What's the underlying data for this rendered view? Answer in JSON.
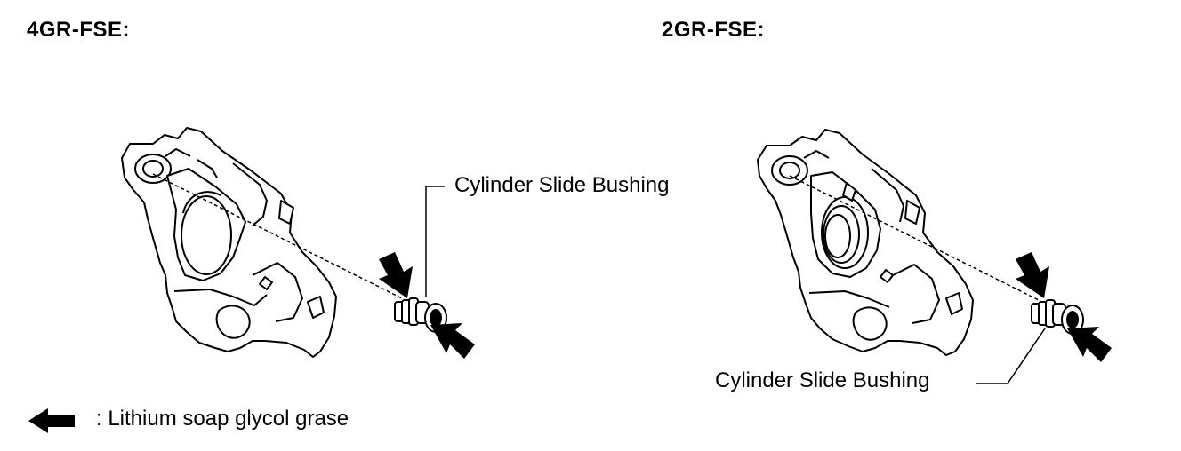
{
  "panels": [
    {
      "title": "4GR-FSE:",
      "part_label": "Cylinder Slide Bushing"
    },
    {
      "title": "2GR-FSE:",
      "part_label": "Cylinder Slide Bushing"
    }
  ],
  "legend": {
    "text": ": Lithium soap glycol grase",
    "icon": "arrow-left-icon"
  },
  "colors": {
    "line": "#000000",
    "fill": "#ffffff"
  }
}
